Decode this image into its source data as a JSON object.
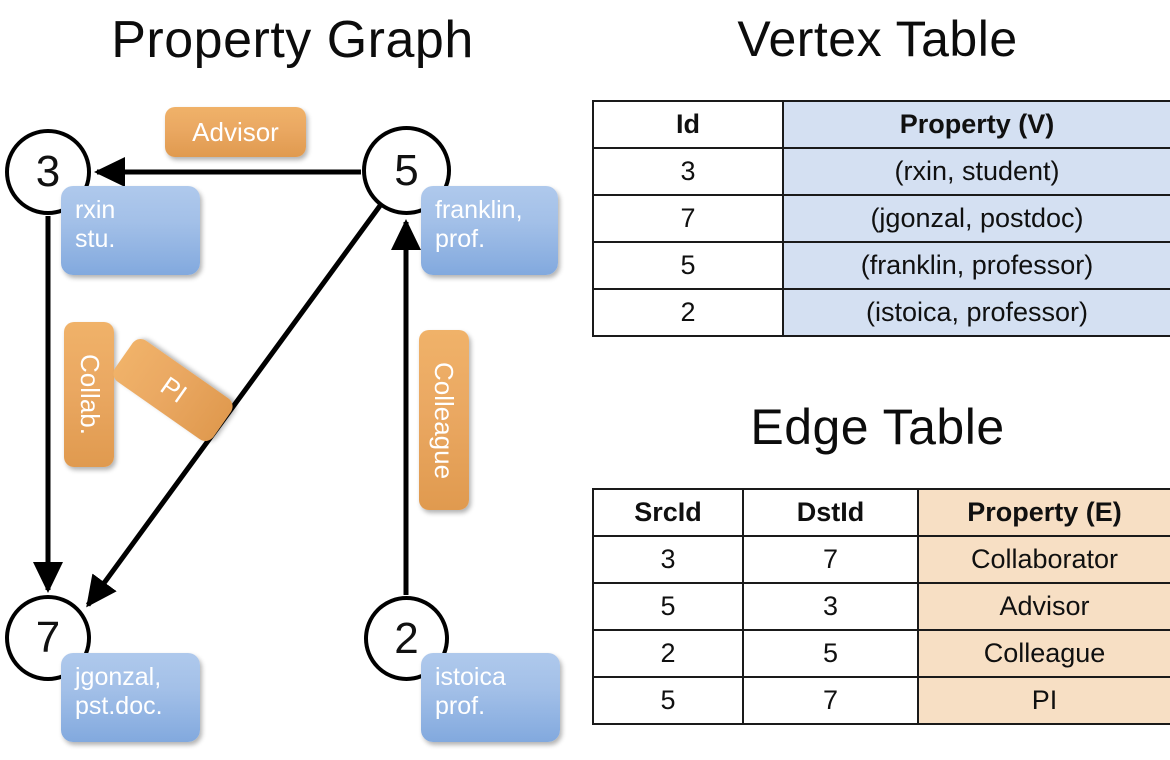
{
  "titles": {
    "property_graph": "Property Graph",
    "vertex_table": "Vertex Table",
    "edge_table": "Edge Table"
  },
  "graph": {
    "nodes": [
      {
        "id": "3",
        "name": "node-3",
        "property_line1": "rxin",
        "property_line2": "stu."
      },
      {
        "id": "5",
        "name": "node-5",
        "property_line1": "franklin,",
        "property_line2": "prof."
      },
      {
        "id": "7",
        "name": "node-7",
        "property_line1": "jgonzal,",
        "property_line2": "pst.doc."
      },
      {
        "id": "2",
        "name": "node-2",
        "property_line1": "istoica",
        "property_line2": "prof."
      }
    ],
    "edge_labels": [
      {
        "name": "edge-label-advisor",
        "text": "Advisor"
      },
      {
        "name": "edge-label-collab",
        "text": "Collab."
      },
      {
        "name": "edge-label-pi",
        "text": "PI"
      },
      {
        "name": "edge-label-colleague",
        "text": "Colleague"
      }
    ],
    "edges": [
      {
        "name": "edge-5-to-3",
        "from": "5",
        "to": "3",
        "label": "Advisor"
      },
      {
        "name": "edge-3-to-7",
        "from": "3",
        "to": "7",
        "label": "Collab."
      },
      {
        "name": "edge-5-to-7",
        "from": "5",
        "to": "7",
        "label": "PI"
      },
      {
        "name": "edge-2-to-5",
        "from": "2",
        "to": "5",
        "label": "Colleague"
      }
    ]
  },
  "vertex_table": {
    "headers": [
      "Id",
      "Property (V)"
    ],
    "rows": [
      {
        "id": "3",
        "property": "(rxin, student)"
      },
      {
        "id": "7",
        "property": "(jgonzal, postdoc)"
      },
      {
        "id": "5",
        "property": "(franklin, professor)"
      },
      {
        "id": "2",
        "property": "(istoica, professor)"
      }
    ]
  },
  "edge_table": {
    "headers": [
      "SrcId",
      "DstId",
      "Property (E)"
    ],
    "rows": [
      {
        "src": "3",
        "dst": "7",
        "property": "Collaborator"
      },
      {
        "src": "5",
        "dst": "3",
        "property": "Advisor"
      },
      {
        "src": "2",
        "dst": "5",
        "property": "Colleague"
      },
      {
        "src": "5",
        "dst": "7",
        "property": "PI"
      }
    ]
  },
  "colors": {
    "vertex_property_fill": "#d4e0f2",
    "edge_property_fill": "#f7dfc4",
    "node_bubble_blue": "#a3c0e8",
    "edge_chip_orange": "#eaa862",
    "stroke": "#000000",
    "background": "#ffffff"
  }
}
